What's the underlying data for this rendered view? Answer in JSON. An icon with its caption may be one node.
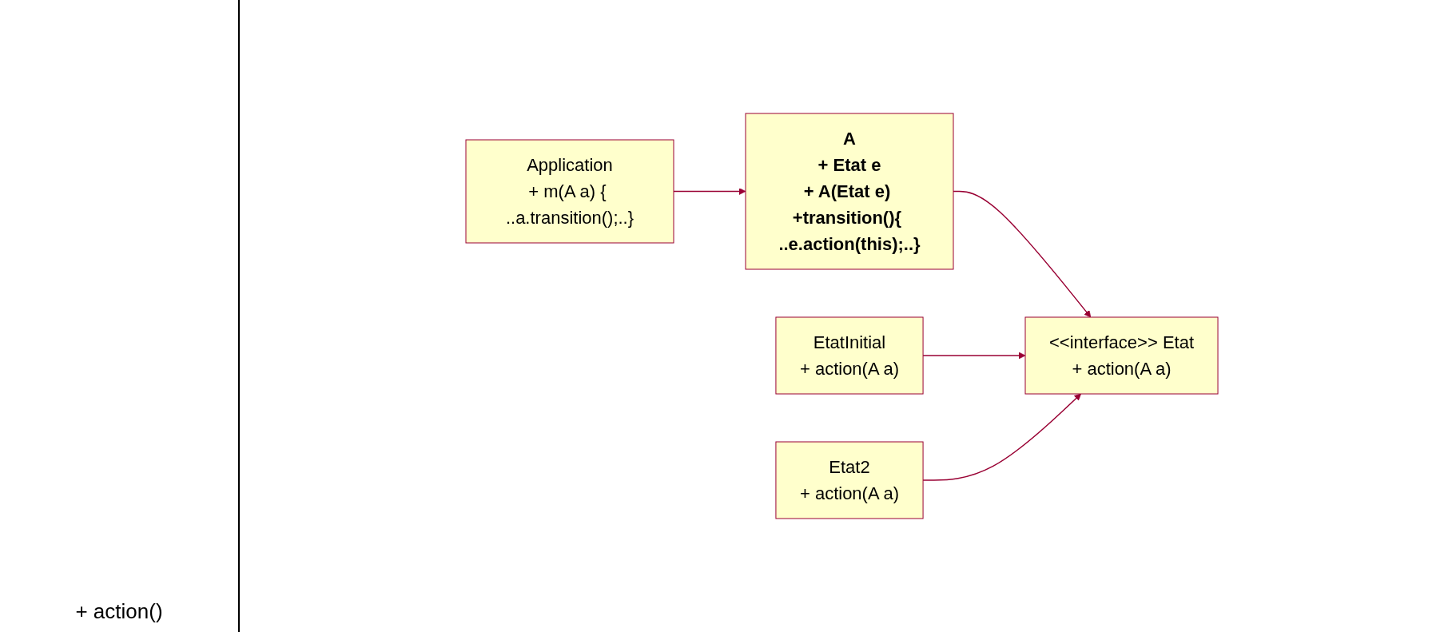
{
  "diagram": {
    "nodes": [
      {
        "text": [
          "Application",
          "+ m(A a) { ..a.transition();..}"
        ]
      },
      {
        "text": [
          "A",
          "+ Etat e",
          "+ A(Etat e) +transition(){ ..e.action(this);..}"
        ]
      },
      {
        "text": [
          "<<interface>> Etat",
          "+ action(A a)"
        ]
      },
      {
        "text": [
          "EtatInitial",
          "+ action(A a)"
        ]
      },
      {
        "text": [
          "Etat2",
          "+ action(A a)"
        ]
      }
    ],
    "edges": [
      {
        "from": 0,
        "to": 1,
        "arrow": "to"
      },
      {
        "from": 1,
        "to": 2,
        "arrow": "to"
      },
      {
        "from": 3,
        "to": 2,
        "arrow": "to"
      },
      {
        "from": 4,
        "to": 2,
        "arrow": "to"
      }
    ],
    "labels": [
      "+ action()"
    ]
  }
}
